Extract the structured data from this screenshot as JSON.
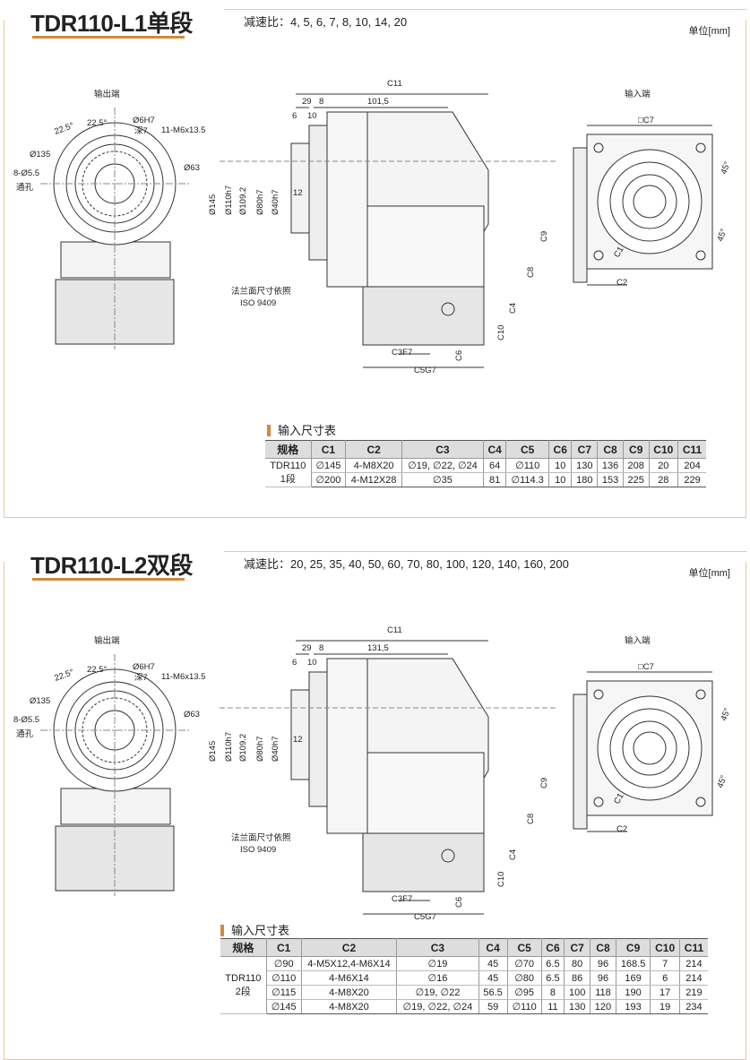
{
  "sections": [
    {
      "title": "TDR110-L1单段",
      "ratio": "减速比：4, 5, 6, 7, 8, 10, 14, 20",
      "unit": "单位[mm]",
      "output_label": "输出端",
      "input_label": "输入端",
      "front": {
        "a1": "22.5°",
        "a2": "22.5°",
        "pin": "Ø6H7",
        "pin_depth": "深7",
        "tap": "11-M6x13.5",
        "pcd": "Ø135",
        "holes": "8-Ø5.5",
        "holes_note": "通孔",
        "inner": "Ø63"
      },
      "side": {
        "c11": "C11",
        "d29": "29",
        "d8": "8",
        "d101": "101,5",
        "d6": "6",
        "d10": "10",
        "dia145": "Ø145",
        "dia110": "Ø110h7",
        "dia109": "Ø109.2",
        "dia80": "Ø80h7",
        "dia40": "Ø40h7",
        "d12": "12",
        "c9": "C9",
        "c8": "C8",
        "c4": "C4",
        "c10": "C10",
        "c3": "C3F7",
        "c6": "C6",
        "c5": "C5G7",
        "iso1": "法兰面尺寸依照",
        "iso2": "ISO 9409"
      },
      "input": {
        "c7": "□C7",
        "a1": "45°",
        "a2": "45°",
        "c1": "C1",
        "c2": "C2"
      },
      "table": {
        "title": "输入尺寸表",
        "headers": [
          "规格",
          "C1",
          "C2",
          "C3",
          "C4",
          "C5",
          "C6",
          "C7",
          "C8",
          "C9",
          "C10",
          "C11"
        ],
        "spec": [
          "TDR110",
          "1段"
        ],
        "rows": [
          [
            "∅145",
            "4-M8X20",
            "∅19, ∅22, ∅24",
            "64",
            "∅110",
            "10",
            "130",
            "136",
            "208",
            "20",
            "204"
          ],
          [
            "∅200",
            "4-M12X28",
            "∅35",
            "81",
            "∅114.3",
            "10",
            "180",
            "153",
            "225",
            "28",
            "229"
          ]
        ]
      }
    },
    {
      "title": "TDR110-L2双段",
      "ratio": "减速比：20, 25, 35, 40, 50, 60, 70, 80, 100, 120, 140, 160, 200",
      "unit": "单位[mm]",
      "output_label": "输出端",
      "input_label": "输入端",
      "front": {
        "a1": "22.5°",
        "a2": "22.5°",
        "pin": "Ø6H7",
        "pin_depth": "深7",
        "tap": "11-M6x13.5",
        "pcd": "Ø135",
        "holes": "8-Ø5.5",
        "holes_note": "通孔",
        "inner": "Ø63"
      },
      "side": {
        "c11": "C11",
        "d29": "29",
        "d8": "8",
        "d101": "131,5",
        "d6": "6",
        "d10": "10",
        "dia145": "Ø145",
        "dia110": "Ø110h7",
        "dia109": "Ø109.2",
        "dia80": "Ø80h7",
        "dia40": "Ø40h7",
        "d12": "12",
        "c9": "C9",
        "c8": "C8",
        "c4": "C4",
        "c10": "C10",
        "c3": "C3F7",
        "c6": "C6",
        "c5": "C5G7",
        "iso1": "法兰面尺寸依照",
        "iso2": "ISO 9409"
      },
      "input": {
        "c7": "□C7",
        "a1": "45°",
        "a2": "45°",
        "c1": "C1",
        "c2": "C2"
      },
      "table": {
        "title": "输入尺寸表",
        "headers": [
          "规格",
          "C1",
          "C2",
          "C3",
          "C4",
          "C5",
          "C6",
          "C7",
          "C8",
          "C9",
          "C10",
          "C11"
        ],
        "spec": [
          "TDR110",
          "2段"
        ],
        "rows": [
          [
            "∅90",
            "4-M5X12,4-M6X14",
            "∅19",
            "45",
            "∅70",
            "6.5",
            "80",
            "96",
            "168.5",
            "7",
            "214"
          ],
          [
            "∅110",
            "4-M6X14",
            "∅16",
            "45",
            "∅80",
            "6.5",
            "86",
            "96",
            "169",
            "6",
            "214"
          ],
          [
            "∅115",
            "4-M8X20",
            "∅19, ∅22",
            "56.5",
            "∅95",
            "8",
            "100",
            "118",
            "190",
            "17",
            "219"
          ],
          [
            "∅145",
            "4-M8X20",
            "∅19, ∅22, ∅24",
            "59",
            "∅110",
            "11",
            "130",
            "120",
            "193",
            "19",
            "234"
          ]
        ]
      }
    }
  ],
  "colors": {
    "accent": "#d08a3c",
    "frame": "#e8c9a0",
    "table_header": "#dddddd"
  }
}
